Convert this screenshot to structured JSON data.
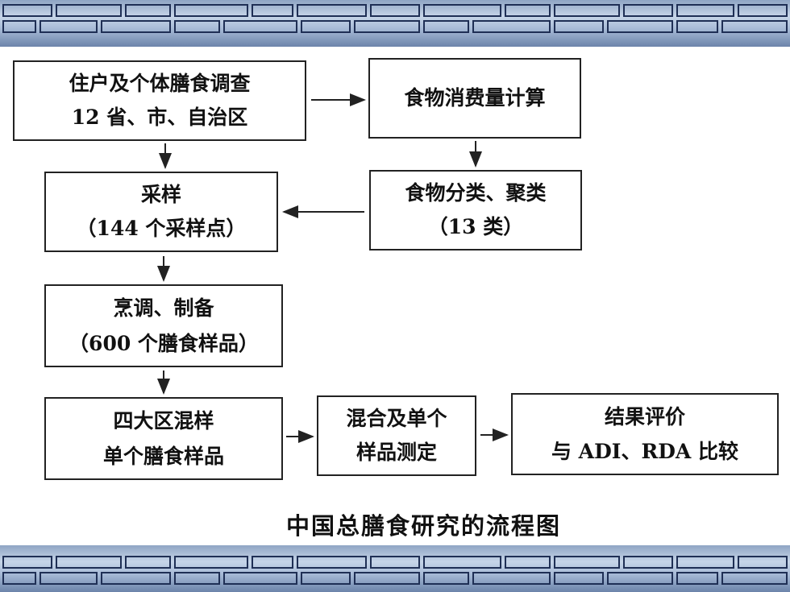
{
  "boxes": {
    "survey": {
      "line1": "住户及个体膳食调查",
      "line2": "12 省、市、自治区"
    },
    "consumption": {
      "line1": "食物消费量计算"
    },
    "classify": {
      "line1": "食物分类、聚类",
      "line2": "（13 类）"
    },
    "sampling": {
      "line1": "采样",
      "line2": "（144 个采样点）"
    },
    "cooking": {
      "line1": "烹调、制备",
      "line2": "（600 个膳食样品）"
    },
    "mixing": {
      "line1": "四大区混样",
      "line2": "单个膳食样品"
    },
    "measure": {
      "line1": "混合及单个",
      "line2": "样品测定"
    },
    "result": {
      "line1": "结果评价",
      "line2": "与 ADI、RDA 比较"
    }
  },
  "caption": "中国总膳食研究的流程图"
}
